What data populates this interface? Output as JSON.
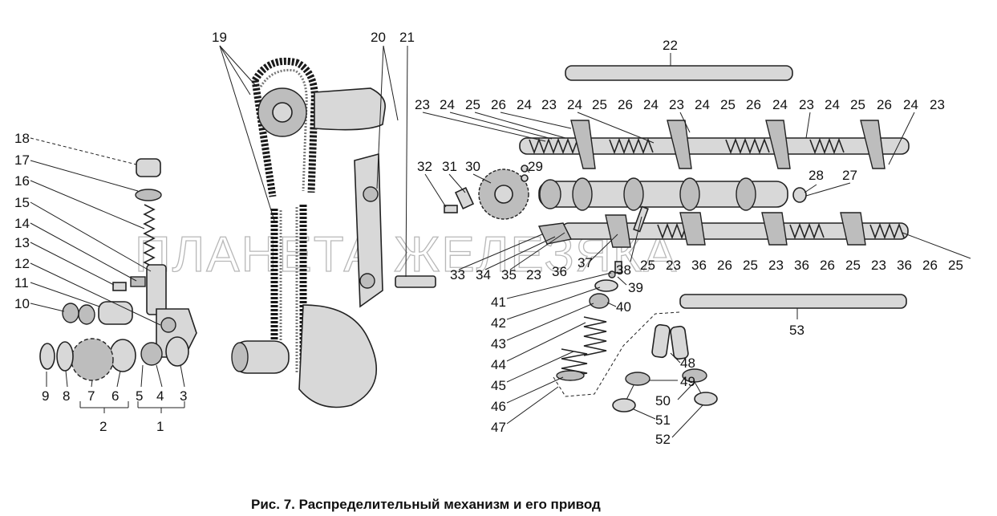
{
  "figure": {
    "caption": "Рис. 7. Распределительный механизм и его привод",
    "watermark": "ПЛАНЕТА ЖЕЛЕЗЯКА"
  },
  "callouts": {
    "n1": "1",
    "n2": "2",
    "n3": "3",
    "n4": "4",
    "n5": "5",
    "n6": "6",
    "n7": "7",
    "n8": "8",
    "n9": "9",
    "n10": "10",
    "n11": "11",
    "n12": "12",
    "n13": "13",
    "n14": "14",
    "n15": "15",
    "n16": "16",
    "n17": "17",
    "n18": "18",
    "n19": "19",
    "n20": "20",
    "n21": "21",
    "n22": "22",
    "top_row": [
      "23",
      "24",
      "25",
      "26",
      "24",
      "23",
      "24",
      "25",
      "26",
      "24",
      "23",
      "24",
      "25",
      "26",
      "24",
      "23",
      "24",
      "25",
      "26",
      "24",
      "23"
    ],
    "n27": "27",
    "n28": "28",
    "n29": "29",
    "n30": "30",
    "n31": "31",
    "n32": "32",
    "lower_left": [
      "33",
      "34",
      "35",
      "23",
      "36"
    ],
    "n37": "37",
    "n38": "38",
    "n39": "39",
    "n40": "40",
    "lower_right": [
      "25",
      "23",
      "36",
      "26",
      "25",
      "23",
      "36",
      "26",
      "25",
      "23",
      "36",
      "26",
      "25"
    ],
    "left_column": [
      "41",
      "42",
      "43",
      "44",
      "45",
      "46",
      "47"
    ],
    "n48": "48",
    "n49": "49",
    "n50": "50",
    "n51": "51",
    "n52": "52",
    "n53": "53"
  }
}
